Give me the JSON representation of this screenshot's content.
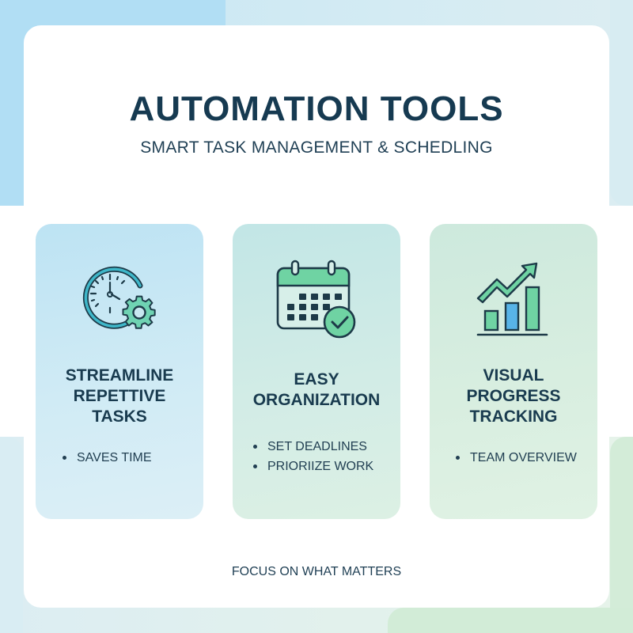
{
  "header": {
    "title": "AUTOMATION TOOLS",
    "subtitle": "SMART TASK MANAGEMENT & SCHEDLING"
  },
  "cards": [
    {
      "icon": "clock-gear-icon",
      "heading_lines": [
        "STREAMLINE",
        "REPETTIVE",
        "TASKS"
      ],
      "bullets": [
        "SAVES TIME"
      ]
    },
    {
      "icon": "calendar-check-icon",
      "heading_lines": [
        "EASY",
        "ORGANIZATION"
      ],
      "bullets": [
        "SET DEADLINES",
        "PRIORIIZE WORK"
      ]
    },
    {
      "icon": "bar-chart-trend-icon",
      "heading_lines": [
        "VISUAL",
        "PROGRESS",
        "TRACKING"
      ],
      "bullets": [
        "TEAM OVERVIEW"
      ]
    }
  ],
  "footer": {
    "tagline": "FOCUS ON WHAT MATTERS"
  },
  "colors": {
    "text_dark": "#163a51",
    "icon_stroke": "#1d3a48",
    "teal_accent": "#3fb7c9",
    "green_accent": "#6fd3a3",
    "blue_accent": "#58b4e8",
    "card_1_bg": "#c8e7f4",
    "card_2_bg": "#cdeae6",
    "card_3_bg": "#d6ede0"
  }
}
